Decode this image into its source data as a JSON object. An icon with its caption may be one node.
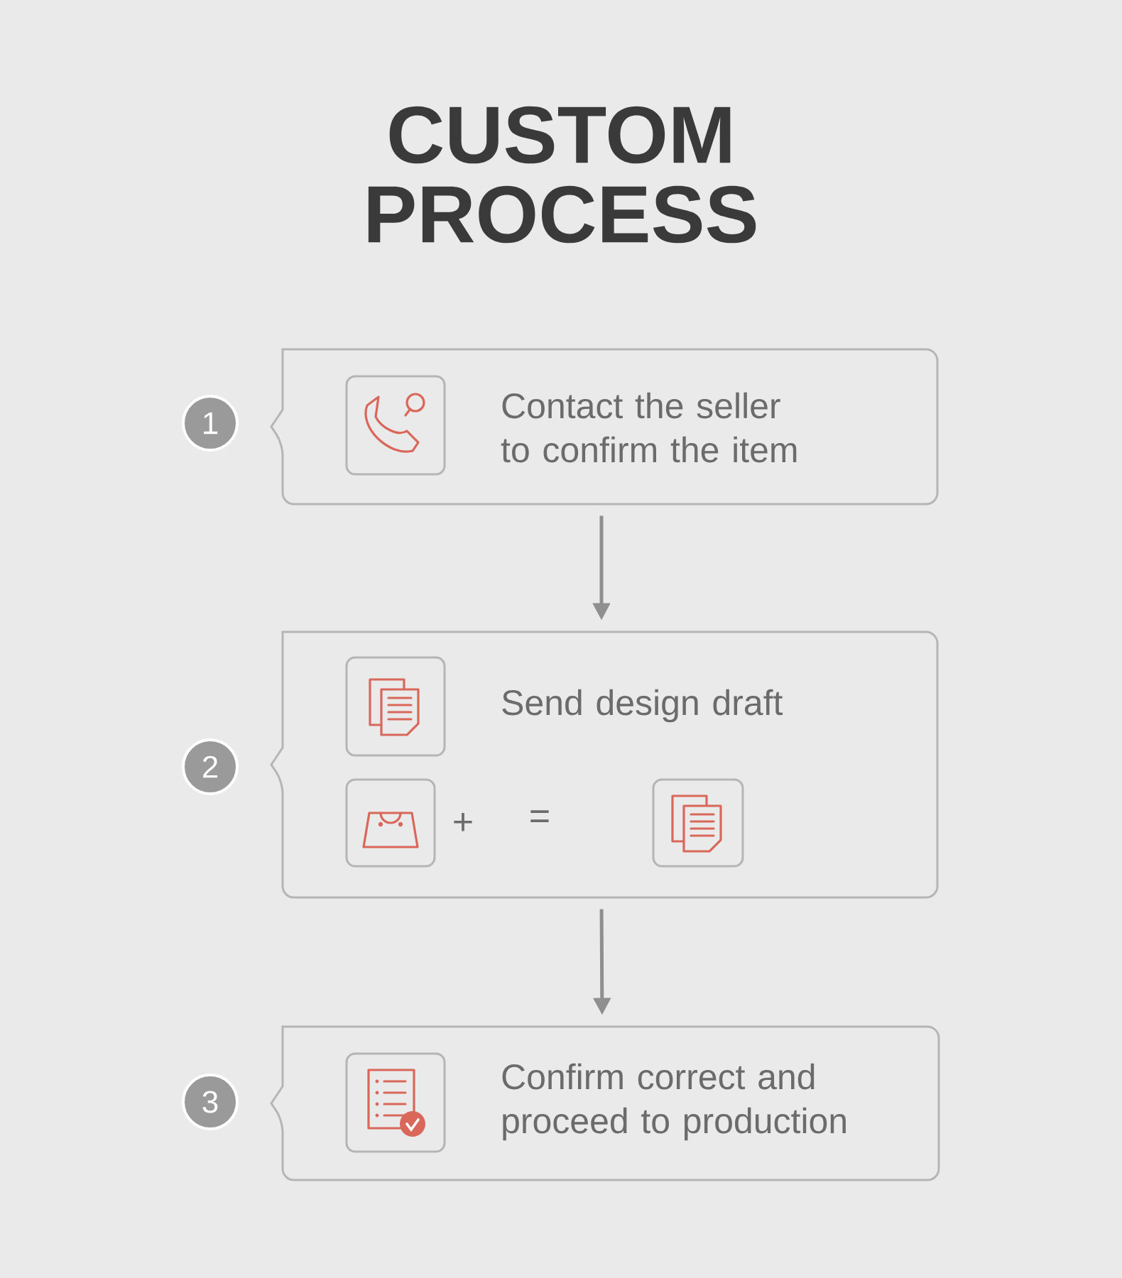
{
  "diagram": {
    "title": "CUSTOM PROCESS",
    "nodes": [
      {
        "text": [
          "1"
        ]
      },
      {
        "text": [
          "Contact the seller to confirm the item"
        ]
      },
      {
        "text": [],
        "shape": "box",
        "in": 1
      },
      {
        "text": [
          "2"
        ]
      },
      {
        "text": [
          "Send design draft"
        ]
      },
      {
        "text": [],
        "shape": "box",
        "in": 4
      },
      {
        "text": [],
        "shape": "box",
        "in": 4
      },
      {
        "text": [],
        "shape": "box",
        "in": 4
      },
      {
        "text": [
          "3"
        ]
      },
      {
        "text": [
          "Confirm correct and proceed to production"
        ]
      },
      {
        "text": [],
        "shape": "box",
        "in": 9
      }
    ],
    "edges": [
      {
        "from": 1,
        "to": 4,
        "arrow": "to"
      },
      {
        "from": 4,
        "to": 9,
        "arrow": "to"
      }
    ],
    "labels": [
      "+",
      "="
    ]
  }
}
